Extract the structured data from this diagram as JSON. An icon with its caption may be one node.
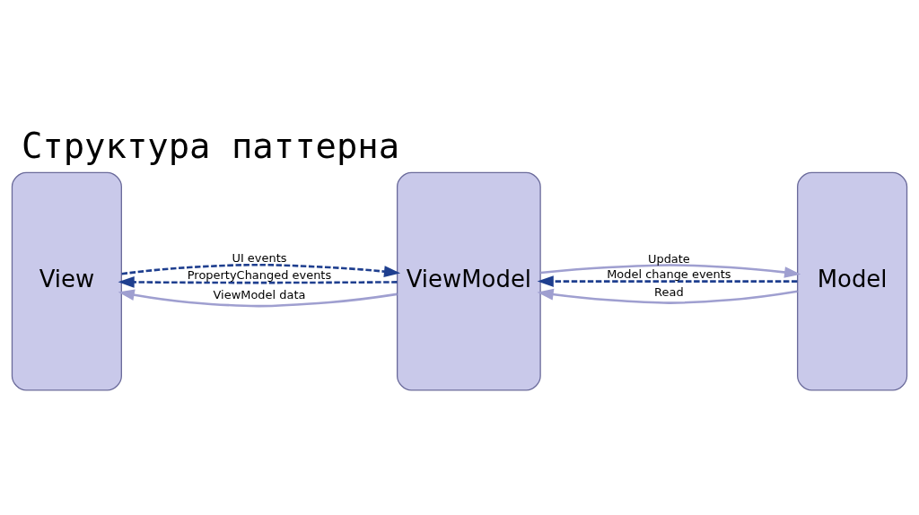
{
  "diagram": {
    "title": "Структура паттерна",
    "nodes": [
      {
        "text": [
          "View"
        ]
      },
      {
        "text": [
          "ViewModel"
        ]
      },
      {
        "text": [
          "Model"
        ]
      }
    ],
    "edges": [
      {
        "from": 0,
        "to": 1,
        "arrow": "to",
        "label": "UI events",
        "style": "dashed",
        "color": "#1f3f8f"
      },
      {
        "from": 1,
        "to": 0,
        "arrow": "to",
        "label": "PropertyChanged events",
        "style": "dashed",
        "color": "#1f3f8f"
      },
      {
        "from": 2,
        "to": 1,
        "arrow": "to",
        "label": "Model change events",
        "style": "dashed",
        "color": "#1f3f8f"
      },
      {
        "from": 1,
        "to": 2,
        "arrow": "to",
        "label": "Update",
        "color": "#9f9fd0"
      },
      {
        "from": 2,
        "to": 1,
        "arrow": "to",
        "label": "Read",
        "color": "#9f9fd0"
      },
      {
        "from": 1,
        "to": 0,
        "arrow": "to",
        "label": "ViewModel data",
        "color": "#9f9fd0"
      }
    ]
  }
}
